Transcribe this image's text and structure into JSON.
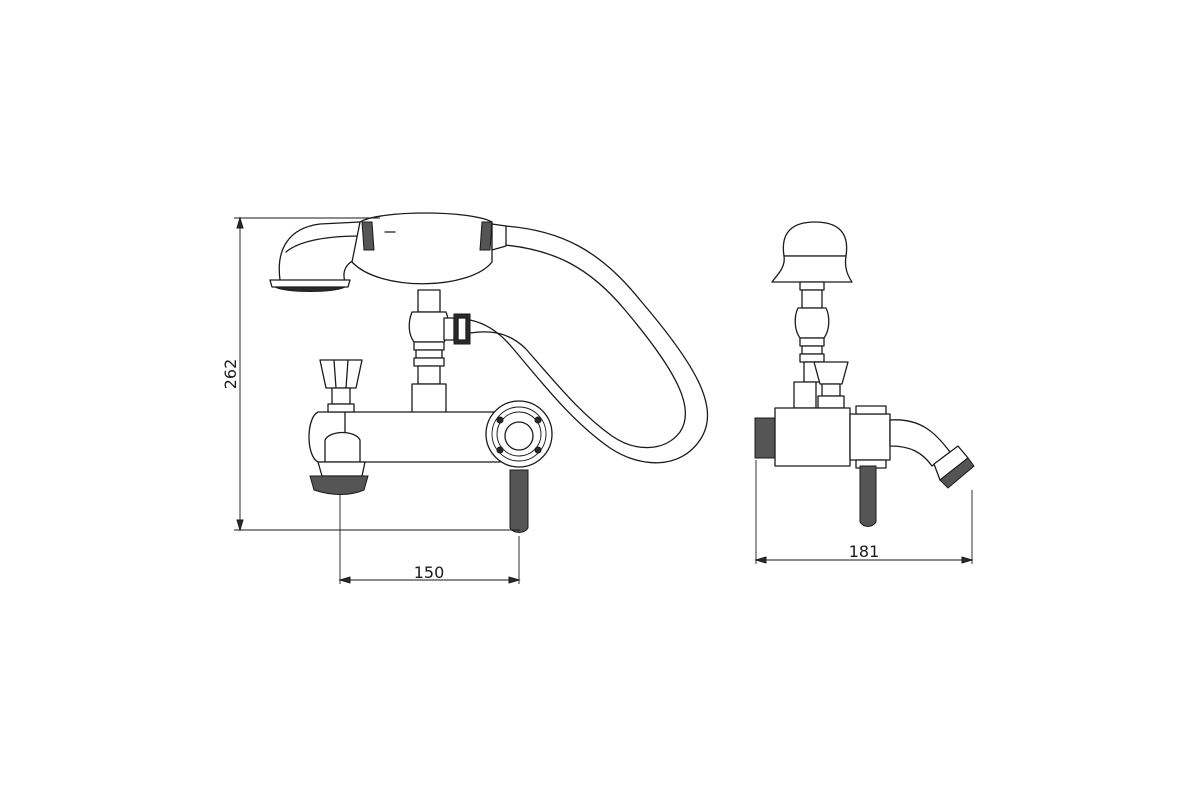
{
  "dimensions": {
    "height_label": "262",
    "width_front_label": "150",
    "depth_side_label": "181"
  }
}
